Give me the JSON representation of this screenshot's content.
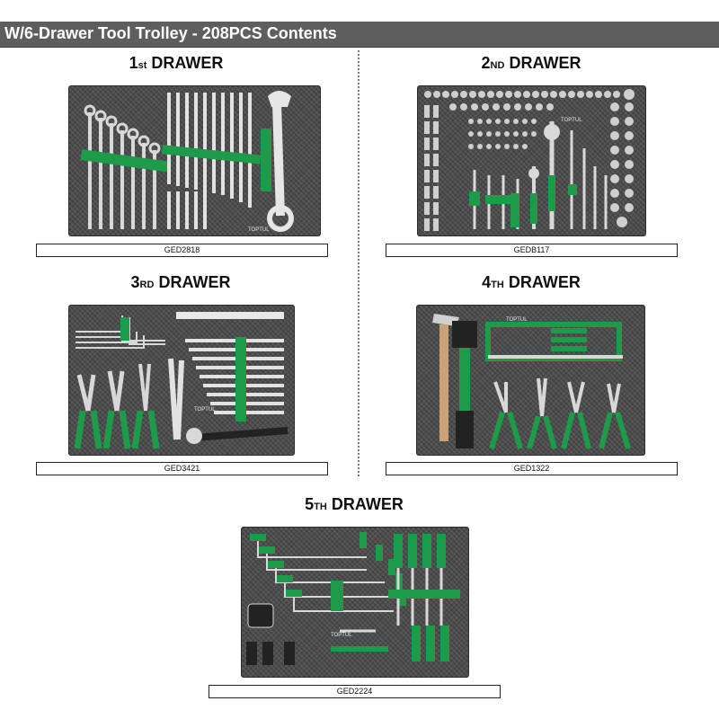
{
  "header": {
    "title": "W/6-Drawer Tool Trolley - 208PCS Contents"
  },
  "drawers": [
    {
      "num": "1",
      "suffix": "st",
      "label": "DRAWER",
      "code": "GED2818",
      "brand": "TOPTUL"
    },
    {
      "num": "2",
      "suffix": "ND",
      "label": "DRAWER",
      "code": "GEDB117",
      "brand": "TOPTUL"
    },
    {
      "num": "3",
      "suffix": "RD",
      "label": "DRAWER",
      "code": "GED3421",
      "brand": "TOPTUL"
    },
    {
      "num": "4",
      "suffix": "TH",
      "label": "DRAWER",
      "code": "GED1322",
      "brand": "TOPTUL"
    },
    {
      "num": "5",
      "suffix": "TH",
      "label": "DRAWER",
      "code": "GED2224",
      "brand": "TOPTUL"
    }
  ],
  "colors": {
    "accent_green": "#1e9b4a",
    "tray_dark": "#4a4a4a",
    "banner": "#5e5e5e",
    "chrome": "#d8d8d8"
  }
}
